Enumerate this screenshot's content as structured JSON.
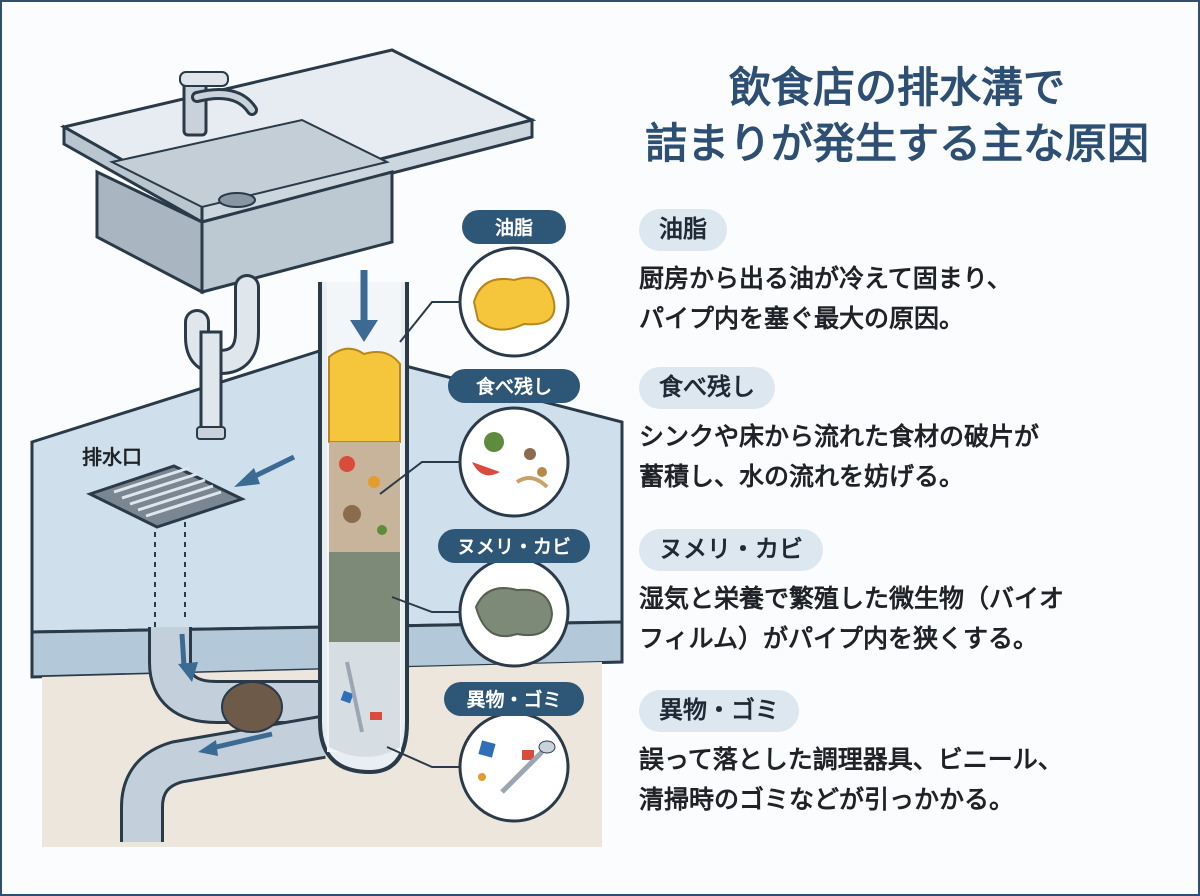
{
  "title": {
    "line1": "飲食店の排水溝で",
    "line2": "詰まりが発生する主な原因"
  },
  "drain_label": "排水口",
  "causes": [
    {
      "name": "油脂",
      "desc_lines": [
        "厨房から出る油が冷えて固まり、",
        "パイプ内を塞ぐ最大の原因。"
      ]
    },
    {
      "name": "食べ残し",
      "desc_lines": [
        "シンクや床から流れた食材の破片が",
        "蓄積し、水の流れを妨げる。"
      ]
    },
    {
      "name": "ヌメリ・カビ",
      "desc_lines": [
        "湿気と栄養で繁殖した微生物（バイオ",
        "フィルム）がパイプ内を狭くする。"
      ]
    },
    {
      "name": "異物・ゴミ",
      "desc_lines": [
        "誤って落とした調理器具、ビニール、",
        "清掃時のゴミなどが引っかかる。"
      ]
    }
  ],
  "colors": {
    "title": "#2c4f73",
    "badge_bg": "#dde7f0",
    "tag_bg": "#2e5677",
    "grease": "#f5c53c",
    "biofilm": "#7d8a78",
    "pipe": "#aab7c4",
    "floor": "#cfe0ec"
  },
  "icons": [
    "faucet-icon",
    "sink-icon",
    "drain-grate-icon",
    "broccoli-icon",
    "tomato-icon",
    "spoon-icon"
  ]
}
